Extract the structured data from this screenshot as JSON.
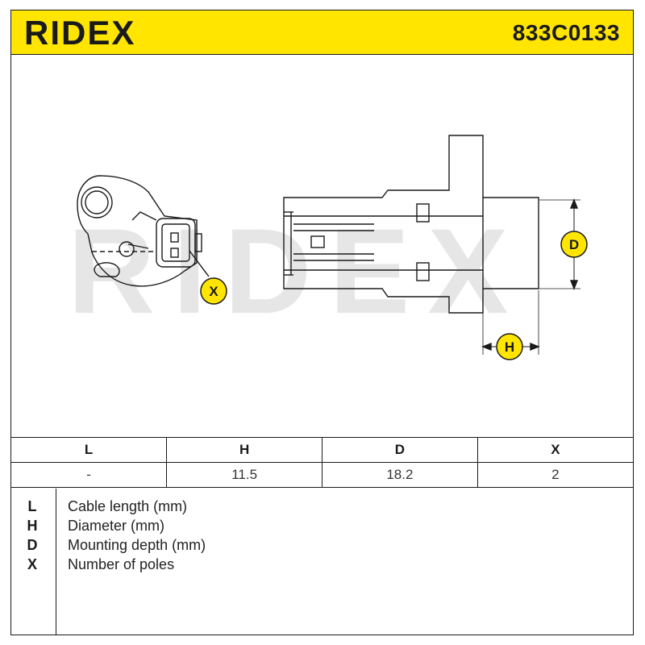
{
  "header": {
    "brand": "RIDEX",
    "part_number": "833C0133"
  },
  "drawing": {
    "labels": {
      "D": "D",
      "H": "H",
      "X": "X"
    },
    "watermark": "RIDEX"
  },
  "dimensions": {
    "columns": [
      "L",
      "H",
      "D",
      "X"
    ],
    "values": [
      "-",
      "11.5",
      "18.2",
      "2"
    ]
  },
  "legend": [
    {
      "key": "L",
      "description": "Cable length (mm)"
    },
    {
      "key": "H",
      "description": "Diameter (mm)"
    },
    {
      "key": "D",
      "description": "Mounting depth (mm)"
    },
    {
      "key": "X",
      "description": "Number of poles"
    }
  ],
  "colors": {
    "brand_yellow": "#ffe500",
    "ink": "#1a1a1a",
    "watermark": "#e3e3e3"
  }
}
